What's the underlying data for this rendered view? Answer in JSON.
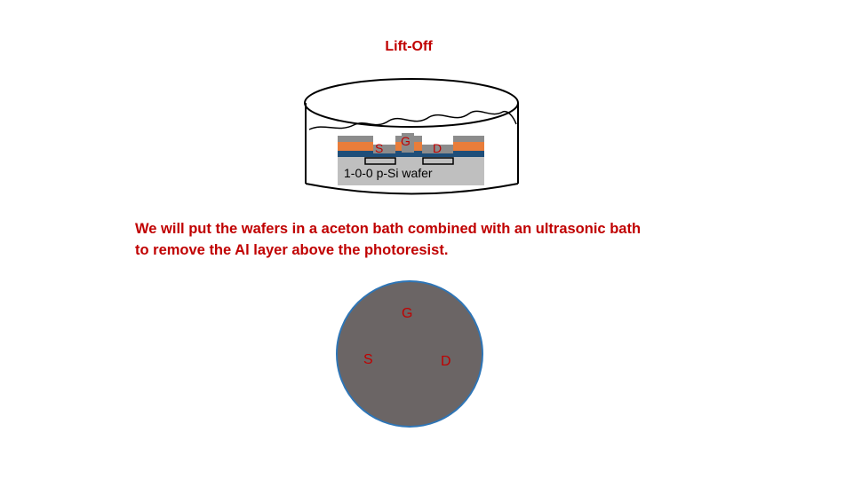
{
  "slide": {
    "title": "Lift-Off",
    "description_line1": "We will put the wafers in a aceton bath combined with an ultrasonic bath",
    "description_line2": "to remove the Al layer above the photoresist."
  },
  "cross_section": {
    "wafer_label": "1-0-0 p-Si wafer",
    "source_label": "S",
    "gate_label": "G",
    "drain_label": "D"
  },
  "top_view": {
    "source_label": "S",
    "gate_label": "G",
    "drain_label": "D"
  },
  "colors": {
    "label_red": "#c00000",
    "wafer_gray": "#bfbfbf",
    "al_gray": "#8c8c8c",
    "oxide_orange": "#e97d3a",
    "nitride_blue": "#1f4e79",
    "disc_fill": "#6b6565",
    "disc_border": "#2e75b6"
  }
}
